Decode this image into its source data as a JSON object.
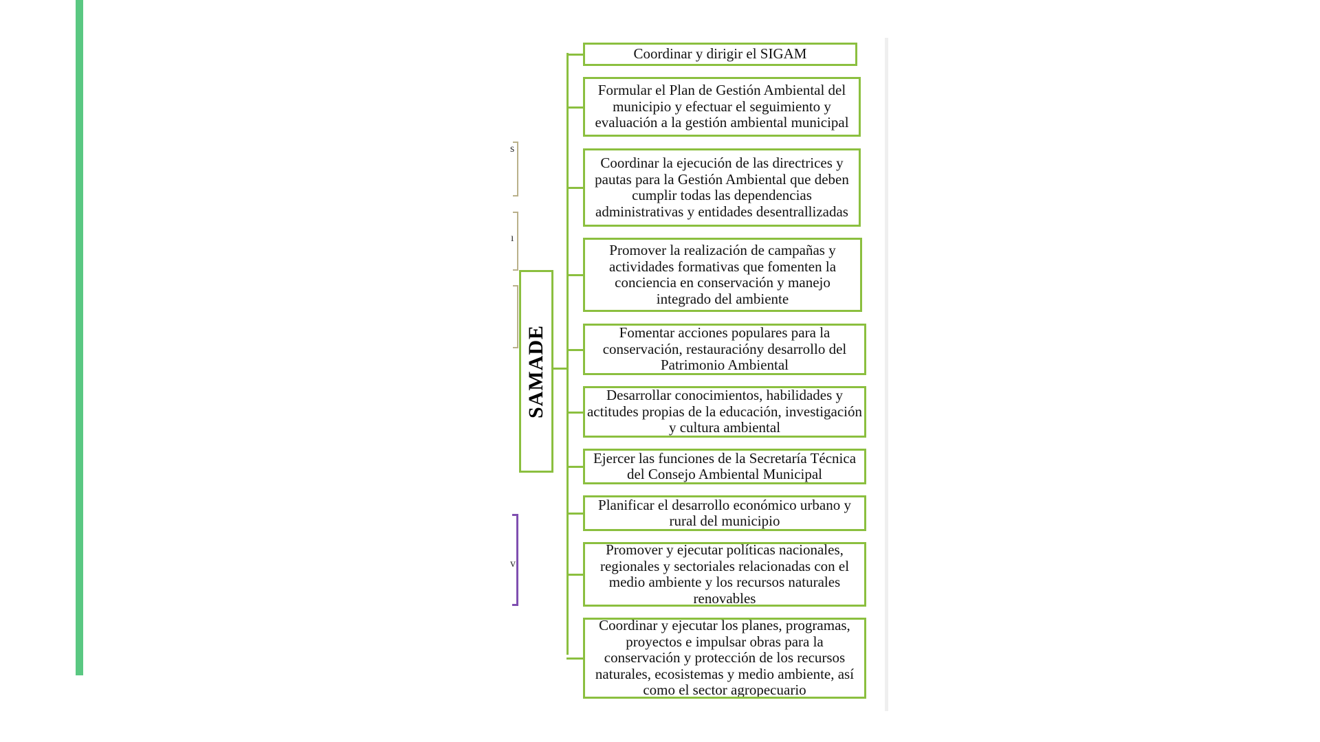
{
  "diagram": {
    "root": "SAMADE",
    "functions": [
      "Coordinar y dirigir el SIGAM",
      "Formular el Plan de Gestión Ambiental del municipio y efectuar el seguimiento y evaluación a la gestión ambiental municipal",
      "Coordinar la ejecución de las directrices y pautas para la Gestión Ambiental que deben cumplir todas las dependencias administrativas y entidades desentrallizadas",
      "Promover la realización de campañas y actividades formativas que fomenten la conciencia en conservación y manejo integrado del ambiente",
      "Fomentar acciones populares para la conservación, restauracióny desarrollo del Patrimonio Ambiental",
      "Desarrollar conocimientos, habilidades y actitudes propias de la educación, investigación y cultura ambiental",
      "Ejercer las funciones de la Secretaría Técnica del Consejo Ambiental Municipal",
      "Planificar el desarrollo económico urbano y rural del municipio",
      "Promover y ejecutar políticas nacionales, regionales y sectoriales relacionadas con el medio ambiente y los recursos naturales renovables",
      "Coordinar y ejecutar los planes, programas, proyectos e impulsar obras para la conservación y protección de los recursos naturales, ecosistemas y medio ambiente, así como el sector agropecuario"
    ],
    "cut_letters": [
      "s",
      "ı",
      "v"
    ]
  },
  "colors": {
    "accent": "#5ac882",
    "box_border": "#8bbf3f",
    "bracket": "#b9b08a",
    "bracket_purple": "#7f4fb0"
  }
}
